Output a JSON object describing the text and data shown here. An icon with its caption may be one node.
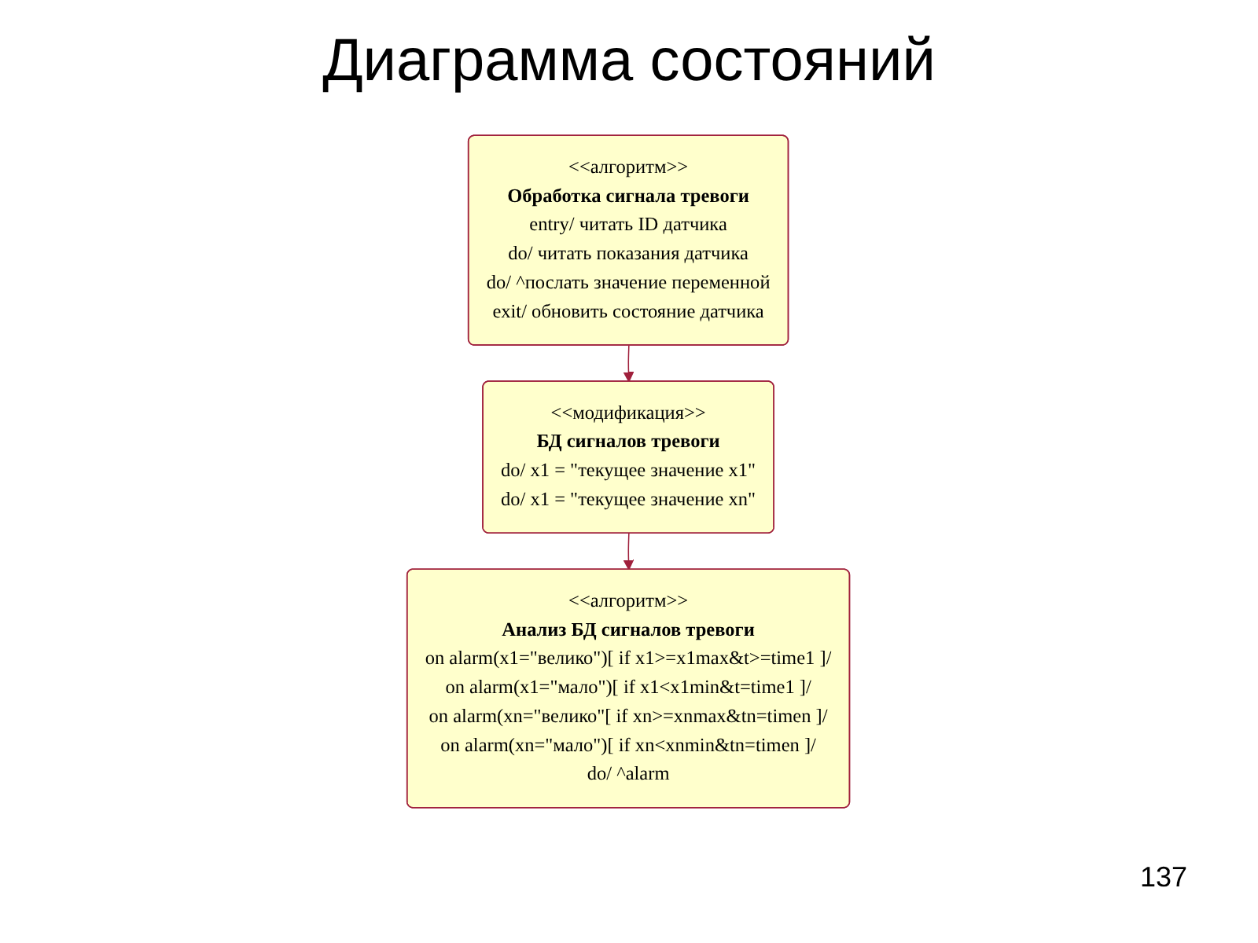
{
  "diagram": {
    "title": "Диаграмма состояний",
    "nodes": [
      {
        "text": [
          "<<алгоритм>>",
          "Обработка сигнала тревоги",
          "entry/ читать ID датчика",
          "do/ читать показания датчика",
          "do/ ^послать значение переменной",
          "exit/ обновить состояние датчика"
        ]
      },
      {
        "text": [
          "<<модификация>>",
          "БД сигналов тревоги",
          "do/ x1 = \"текущее значение x1\"",
          "do/ x1 = \"текущее значение xn\""
        ]
      },
      {
        "text": [
          "<<алгоритм>>",
          "Анализ БД сигналов тревоги",
          "on alarm(x1=\"велико\")[ if x1>=x1max&t>=time1 ]/",
          "on alarm(x1=\"мало\")[ if x1<x1min&t=time1 ]/",
          "on alarm(xn=\"велико\"[ if xn>=xnmax&tn=timen ]/",
          "on alarm(xn=\"мало\")[ if xn<xnmin&tn=timen ]/",
          "do/ ^alarm"
        ]
      }
    ],
    "edges": [
      {
        "from": 0,
        "to": 1,
        "arrow": "to"
      },
      {
        "from": 1,
        "to": 2,
        "arrow": "to"
      }
    ],
    "labels": [
      "137"
    ]
  }
}
